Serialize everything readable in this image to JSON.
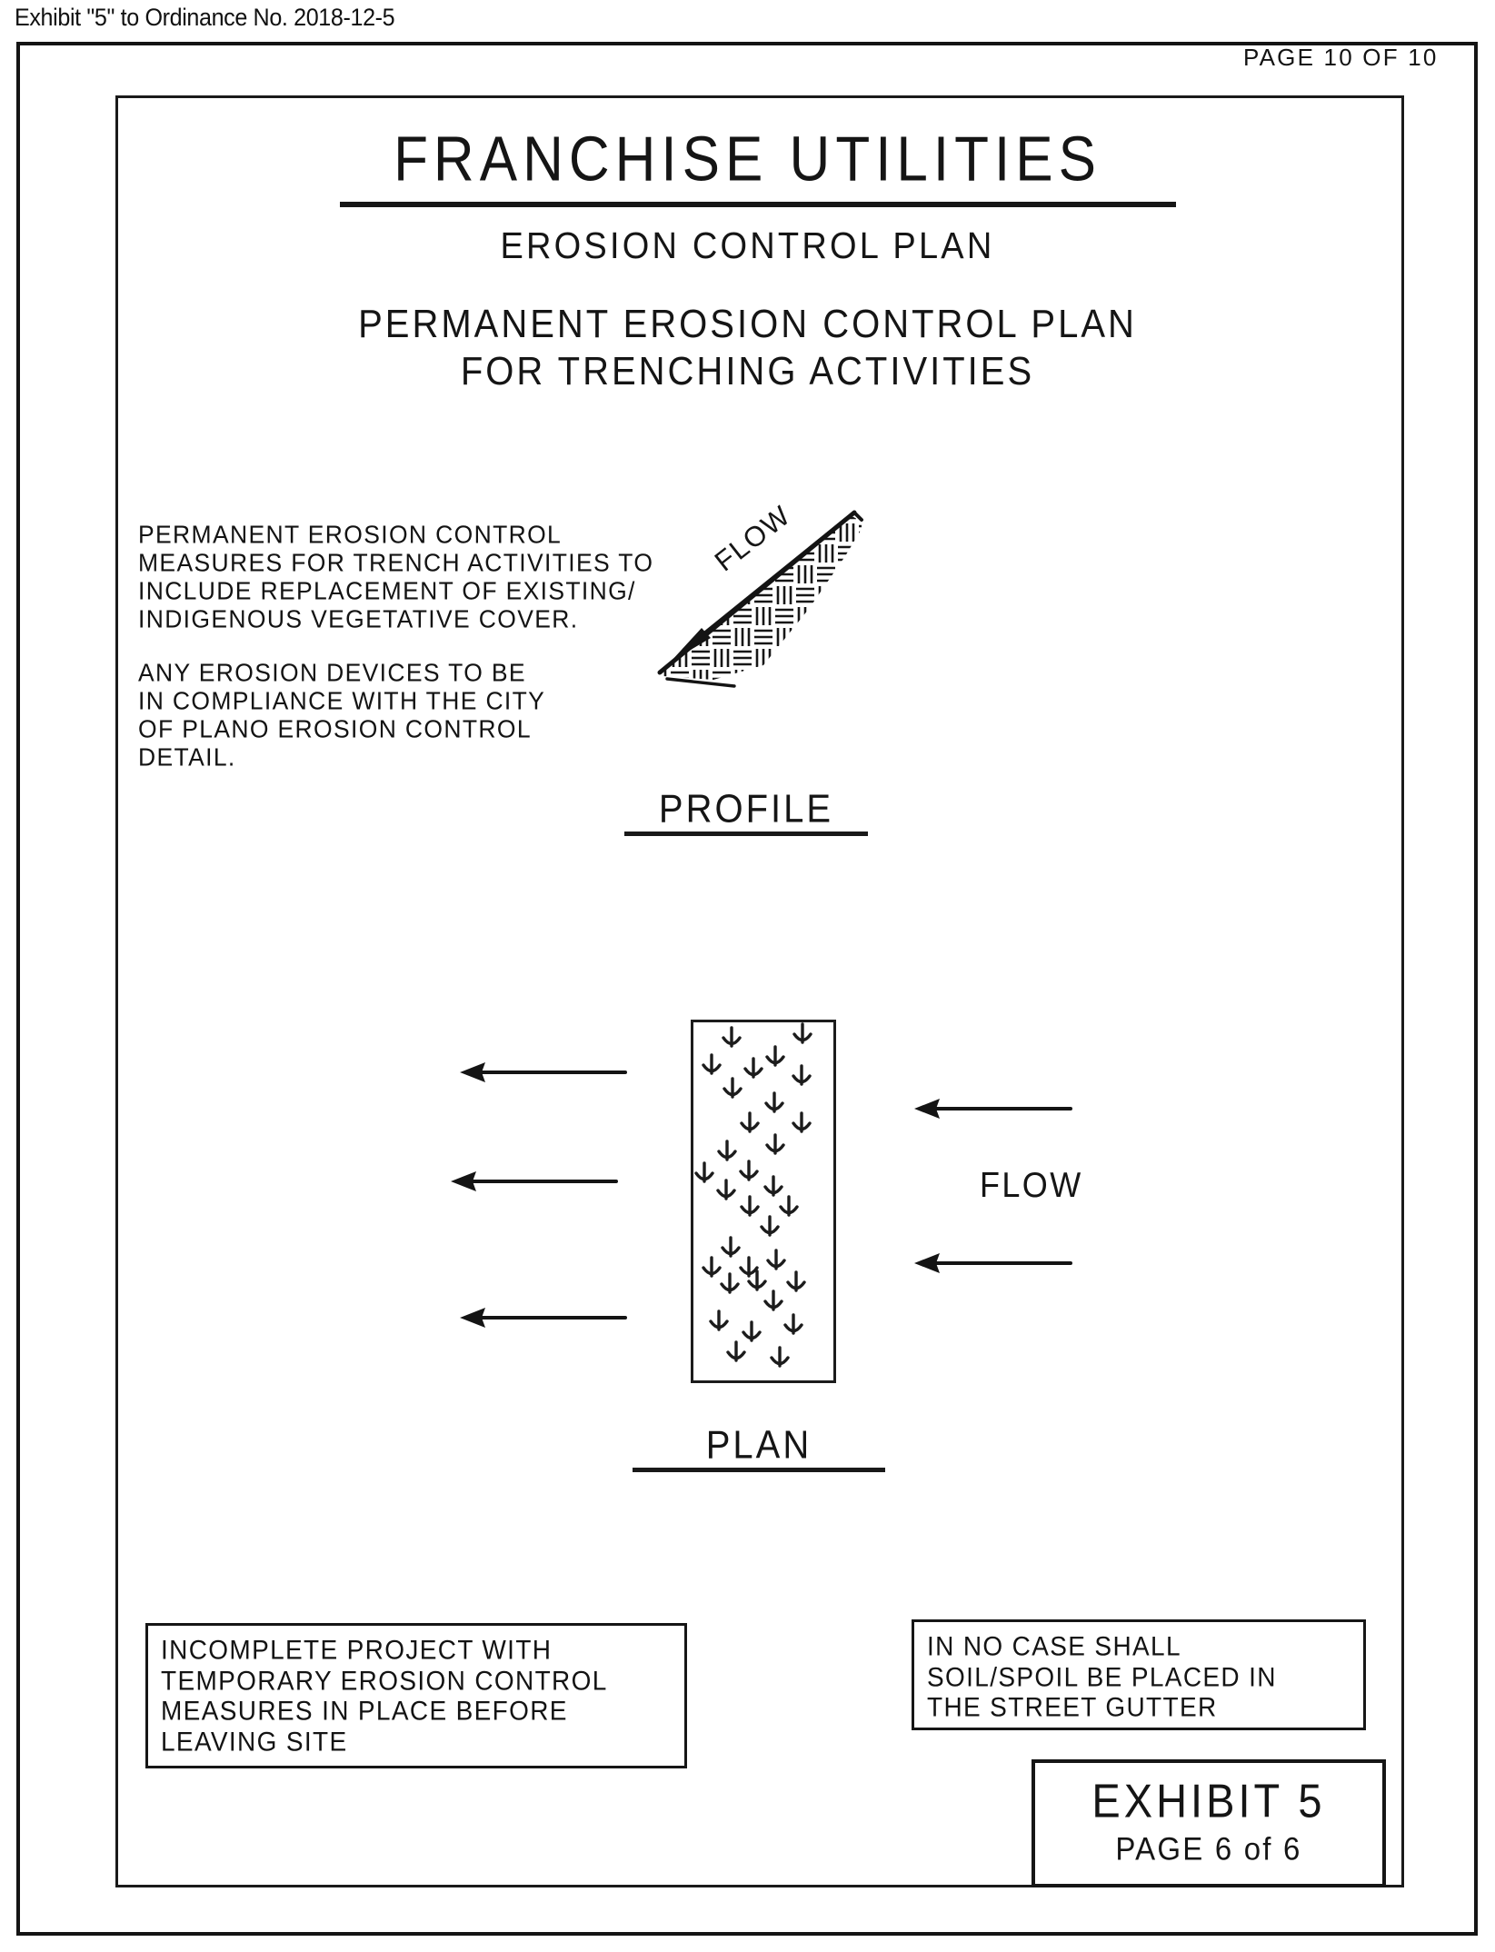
{
  "header": {
    "exhibit_stamp": "Exhibit \"5\" to Ordinance No. 2018-12-5",
    "page_count": "PAGE 10 OF 10"
  },
  "titles": {
    "main": "FRANCHISE UTILITIES",
    "sub1": "EROSION CONTROL PLAN",
    "sub2": "PERMANENT EROSION CONTROL PLAN",
    "sub3": "FOR TRENCHING ACTIVITIES"
  },
  "notes": [
    {
      "lines": [
        "PERMANENT EROSION CONTROL",
        "MEASURES FOR TRENCH ACTIVITIES TO",
        "INCLUDE REPLACEMENT OF EXISTING/",
        "INDIGENOUS VEGETATIVE COVER."
      ]
    },
    {
      "lines": [
        "ANY EROSION DEVICES TO BE",
        "IN COMPLIANCE WITH THE CITY",
        "OF PLANO EROSION CONTROL",
        "DETAIL."
      ]
    }
  ],
  "profile_view": {
    "label": "PROFILE",
    "flow_label": "FLOW"
  },
  "plan_view": {
    "label": "PLAN",
    "flow_label": "FLOW"
  },
  "note_box_left": {
    "lines": [
      "INCOMPLETE PROJECT WITH",
      "TEMPORARY EROSION CONTROL",
      "MEASURES IN PLACE BEFORE",
      "LEAVING SITE"
    ]
  },
  "note_box_right": {
    "lines": [
      "IN NO CASE SHALL",
      "SOIL/SPOIL BE PLACED IN",
      "THE STREET GUTTER"
    ]
  },
  "exhibit_block": {
    "title": "EXHIBIT 5",
    "page": "PAGE 6 of 6"
  },
  "colors": {
    "ink": "#151515",
    "paper": "#ffffff"
  }
}
